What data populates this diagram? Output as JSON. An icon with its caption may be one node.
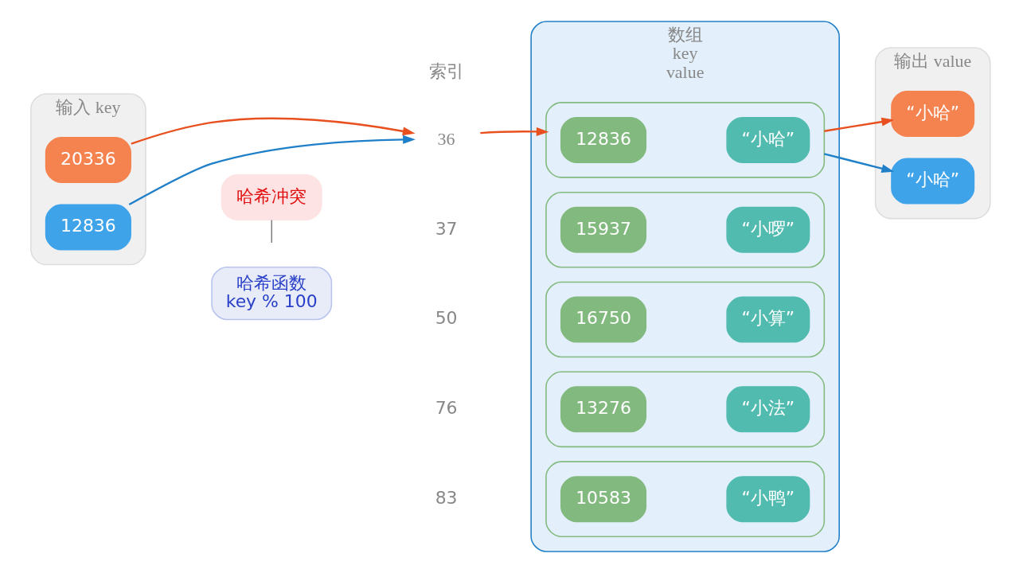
{
  "diagram": {
    "nodes": [
      {
        "text": [
          "输入 key"
        ]
      },
      {
        "text": [
          "20336"
        ],
        "in": 0
      },
      {
        "text": [
          "12836"
        ],
        "in": 0
      },
      {
        "text": [
          "哈希函数",
          "key % 100"
        ]
      },
      {
        "text": [
          "哈希冲突"
        ]
      },
      {
        "text": [
          "36"
        ]
      },
      {
        "text": [
          "数组",
          "key",
          "value"
        ]
      },
      {
        "text": [],
        "shape": "box",
        "in": 6
      },
      {
        "text": [
          "12836"
        ],
        "in": 7
      },
      {
        "text": [
          "“小哈”"
        ],
        "in": 7
      },
      {
        "text": [],
        "shape": "box",
        "in": 6
      },
      {
        "text": [
          "15937"
        ],
        "in": 10
      },
      {
        "text": [
          "“小啰”"
        ],
        "in": 10
      },
      {
        "text": [],
        "shape": "box",
        "in": 6
      },
      {
        "text": [
          "16750"
        ],
        "in": 13
      },
      {
        "text": [
          "“小算”"
        ],
        "in": 13
      },
      {
        "text": [],
        "shape": "box",
        "in": 6
      },
      {
        "text": [
          "13276"
        ],
        "in": 16
      },
      {
        "text": [
          "“小法”"
        ],
        "in": 16
      },
      {
        "text": [],
        "shape": "box",
        "in": 6
      },
      {
        "text": [
          "10583"
        ],
        "in": 19
      },
      {
        "text": [
          "“小鸭”"
        ],
        "in": 19
      },
      {
        "text": [
          "输出 value"
        ]
      },
      {
        "text": [
          "“小哈”"
        ],
        "in": 22
      },
      {
        "text": [
          "“小哈”"
        ],
        "in": 22
      }
    ],
    "edges": [
      {
        "from": 1,
        "to": 5,
        "arrow": "to"
      },
      {
        "from": 2,
        "to": 5,
        "arrow": "to",
        "color": "#1f7fc8"
      },
      {
        "from": 4,
        "to": null,
        "arrow": "none",
        "color": "#666666"
      },
      {
        "from": 5,
        "to": 7,
        "arrow": "to"
      },
      {
        "from": 7,
        "to": 23,
        "arrow": "to"
      },
      {
        "from": 7,
        "to": 24,
        "arrow": "to",
        "color": "#1f7fc8"
      }
    ],
    "labels": [
      "索引",
      "37",
      "50",
      "76",
      "83"
    ]
  }
}
